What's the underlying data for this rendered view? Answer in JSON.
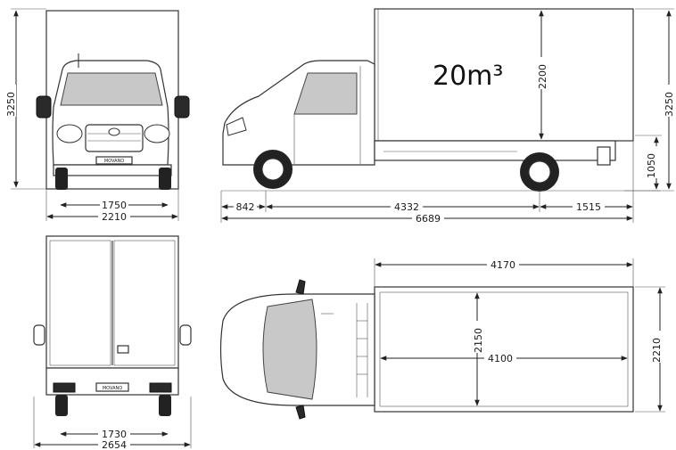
{
  "volume_label": "20m³",
  "front_view": {
    "height": "3250",
    "track": "1750",
    "width": "2210",
    "badge": "MOVANO"
  },
  "side_view": {
    "body_height": "2200",
    "overall_height": "3250",
    "floor_height": "1050",
    "front_overhang": "842",
    "wheelbase": "4332",
    "rear_overhang": "1515",
    "overall_length": "6689"
  },
  "rear_view": {
    "track": "1730",
    "width_with_mirrors": "2654",
    "badge": "MOVANO"
  },
  "top_view": {
    "body_length_outer": "4170",
    "cargo_width": "2150",
    "cargo_length": "4100",
    "body_width": "2210"
  }
}
